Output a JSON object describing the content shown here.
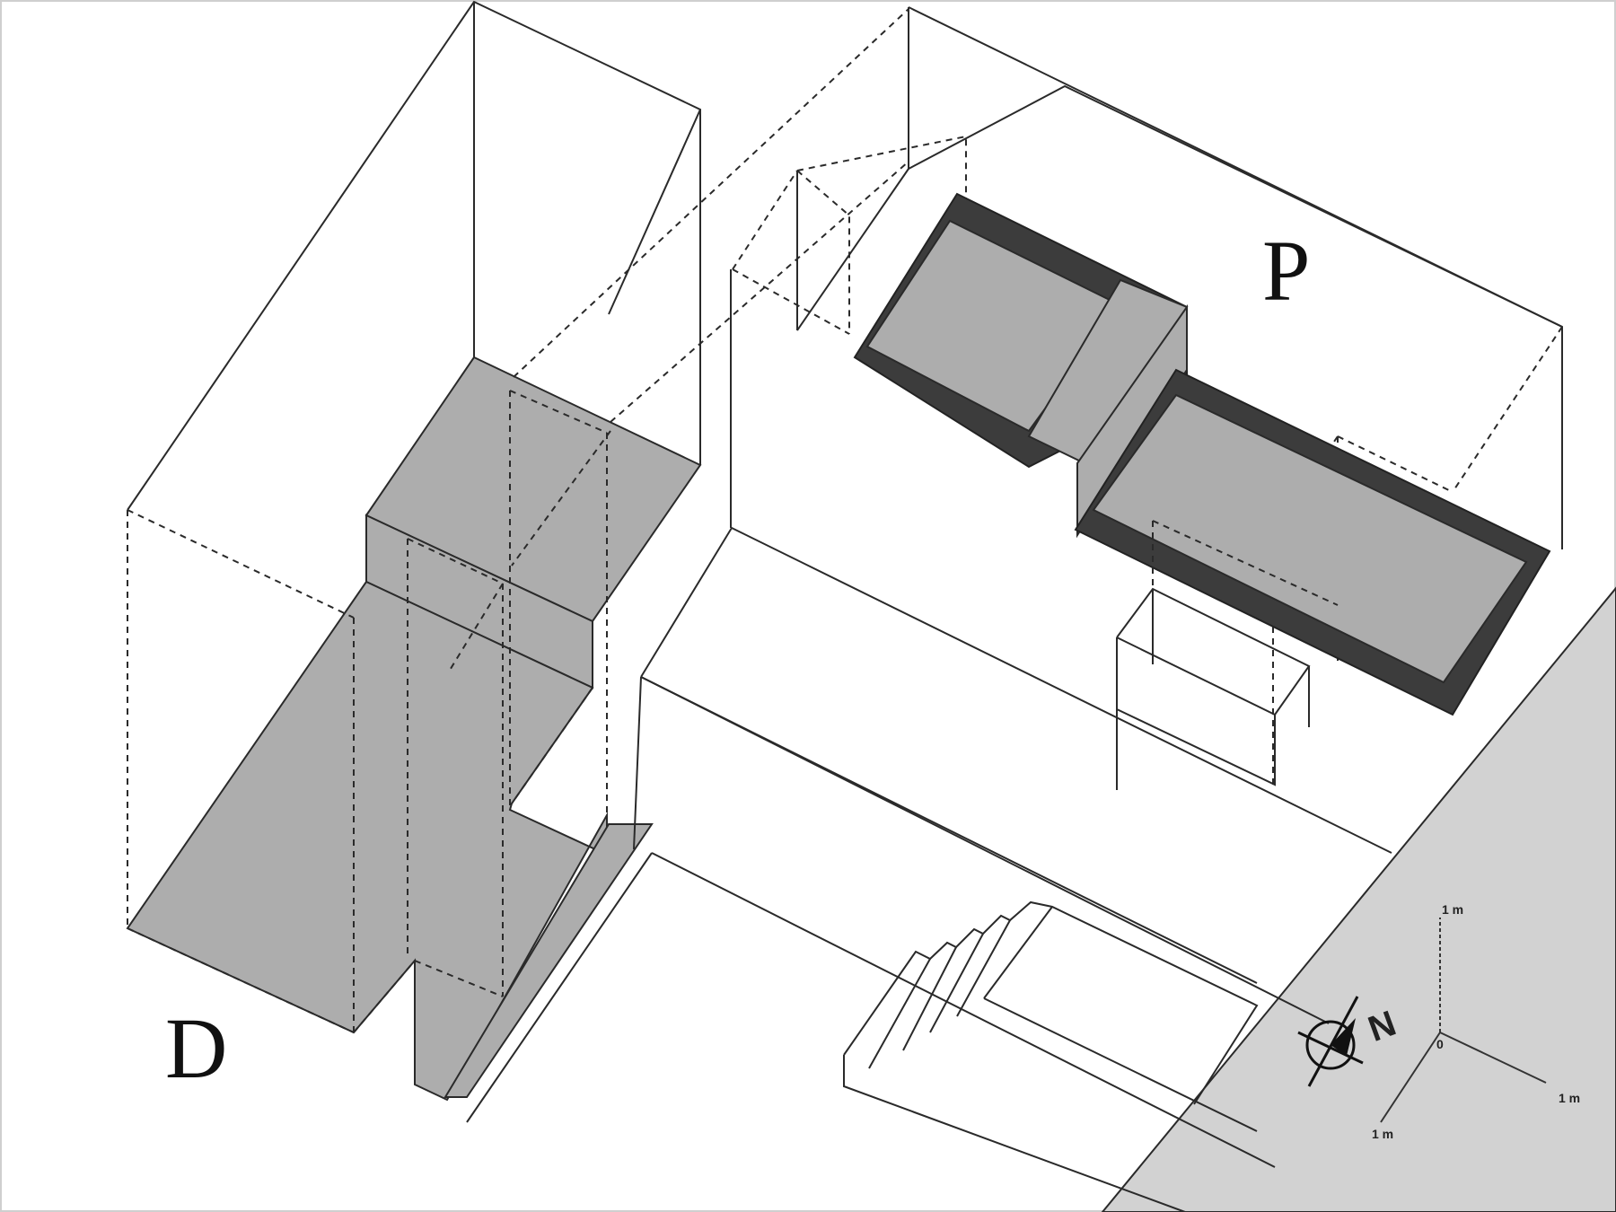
{
  "labels": {
    "d": "D",
    "p": "P"
  },
  "compass": {
    "north": "N"
  },
  "scale_axes": {
    "origin": "0",
    "x": "1 m",
    "y": "1 m",
    "z": "1 m"
  },
  "colors": {
    "background": "#ffffff",
    "void": "#adadad",
    "ground": "#d2d2d2",
    "wall": "#3c3c3c"
  }
}
